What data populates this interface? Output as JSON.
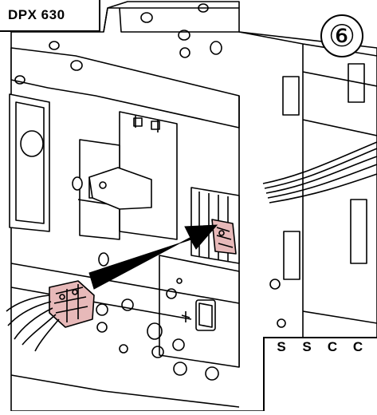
{
  "header": {
    "model_label": "DPX 630",
    "step_number": "⑥"
  },
  "legend": {
    "contacts": [
      {
        "letter": "S",
        "color": "#d9232a"
      },
      {
        "letter": "S",
        "color": "#d9232a"
      },
      {
        "letter": "C",
        "color": "#f2c8c8"
      },
      {
        "letter": "C",
        "color": "#f2c8c8"
      }
    ]
  },
  "colors": {
    "line": "#000000",
    "background": "#ffffff",
    "auxiliary_contact": "#e7b9b9"
  }
}
